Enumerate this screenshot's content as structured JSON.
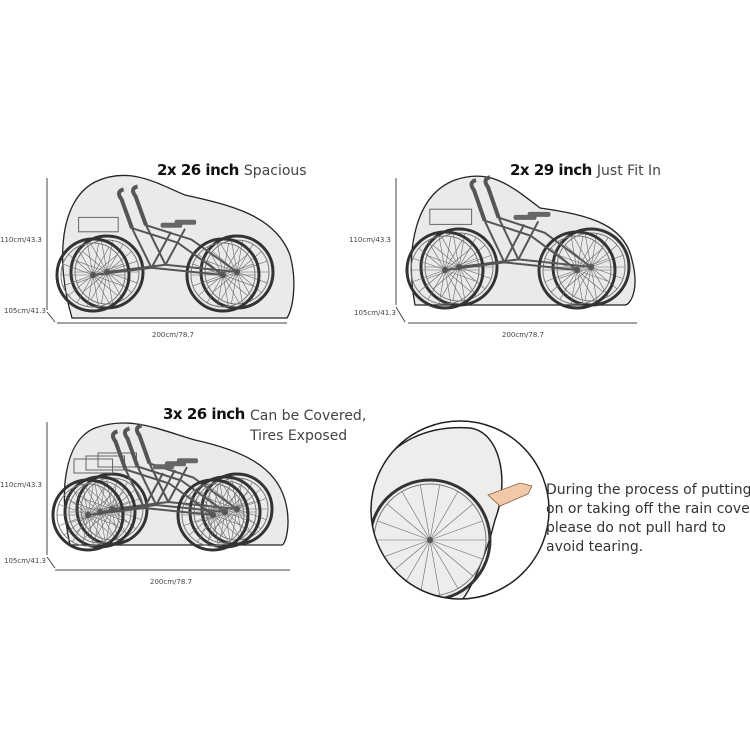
{
  "panels": [
    {
      "size_label": "2x 26 inch",
      "fit_label": "Spacious",
      "height_label": "110cm/43.3",
      "depth_label": "105cm/41.3",
      "width_label": "200cm/78.7"
    },
    {
      "size_label": "2x 29 inch",
      "fit_label": "Just Fit In",
      "height_label": "110cm/43.3",
      "depth_label": "105cm/41.3",
      "width_label": "200cm/78.7"
    },
    {
      "size_label": "3x 26 inch",
      "fit_label_line1": "Can be Covered,",
      "fit_label_line2": "Tires Exposed",
      "height_label": "110cm/43.3",
      "depth_label": "105cm/41.3",
      "width_label": "200cm/78.7"
    }
  ],
  "warning": {
    "lines": [
      "During the process of putting",
      "on or taking off the rain cover,",
      "please do not pull hard to",
      "avoid tearing."
    ]
  }
}
